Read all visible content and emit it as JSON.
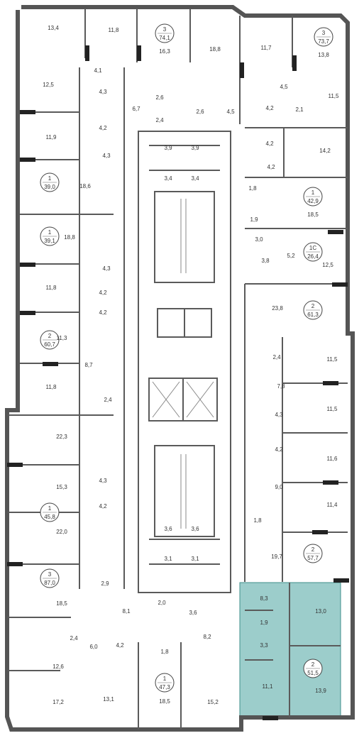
{
  "highlight_color": "#9ccdcb",
  "highlighted_unit": {
    "rooms": "2",
    "area": "51,5"
  },
  "apartments": [
    {
      "id": "u3a",
      "rooms": "3",
      "area": "74,1"
    },
    {
      "id": "u3b",
      "rooms": "3",
      "area": "73,7"
    },
    {
      "id": "u1a",
      "rooms": "1",
      "area": "39,0"
    },
    {
      "id": "u1b",
      "rooms": "1",
      "area": "42,9"
    },
    {
      "id": "u1c",
      "rooms": "1",
      "area": "39,1"
    },
    {
      "id": "u1s",
      "rooms": "1С",
      "area": "26,4"
    },
    {
      "id": "u2a",
      "rooms": "2",
      "area": "61,3"
    },
    {
      "id": "u2b",
      "rooms": "2",
      "area": "60,7"
    },
    {
      "id": "u1d",
      "rooms": "1",
      "area": "45,8"
    },
    {
      "id": "u2c",
      "rooms": "2",
      "area": "57,7"
    },
    {
      "id": "u3c",
      "rooms": "3",
      "area": "87,0"
    },
    {
      "id": "u1e",
      "rooms": "1",
      "area": "47,3"
    },
    {
      "id": "u2d",
      "rooms": "2",
      "area": "51,5"
    }
  ],
  "room_areas": [
    "13,4",
    "11,8",
    "16,3",
    "18,8",
    "11,7",
    "13,8",
    "12,5",
    "4,1",
    "4,3",
    "6,7",
    "2,6",
    "2,6",
    "4,5",
    "4,5",
    "4,2",
    "2,1",
    "11,5",
    "4,2",
    "2,4",
    "11,9",
    "4,3",
    "3,9",
    "3,9",
    "4,2",
    "14,2",
    "18,6",
    "3,4",
    "3,4",
    "4,2",
    "1,8",
    "18,5",
    "1,9",
    "18,8",
    "3,0",
    "5,2",
    "3,8",
    "12,5",
    "4,3",
    "11,8",
    "4,2",
    "23,8",
    "4,2",
    "11,3",
    "2,4",
    "11,5",
    "8,7",
    "11,8",
    "2,4",
    "7,8",
    "11,5",
    "22,3",
    "4,3",
    "4,2",
    "11,6",
    "4,3",
    "15,3",
    "9,0",
    "4,2",
    "11,4",
    "1,8",
    "22,0",
    "3,6",
    "3,6",
    "19,7",
    "2,9",
    "3,1",
    "3,1",
    "18,5",
    "8,1",
    "2,0",
    "3,6",
    "8,3",
    "13,0",
    "1,9",
    "2,4",
    "6,0",
    "4,2",
    "1,8",
    "8,2",
    "3,3",
    "12,6",
    "11,1",
    "13,9",
    "17,2",
    "13,1",
    "18,5",
    "15,2"
  ]
}
